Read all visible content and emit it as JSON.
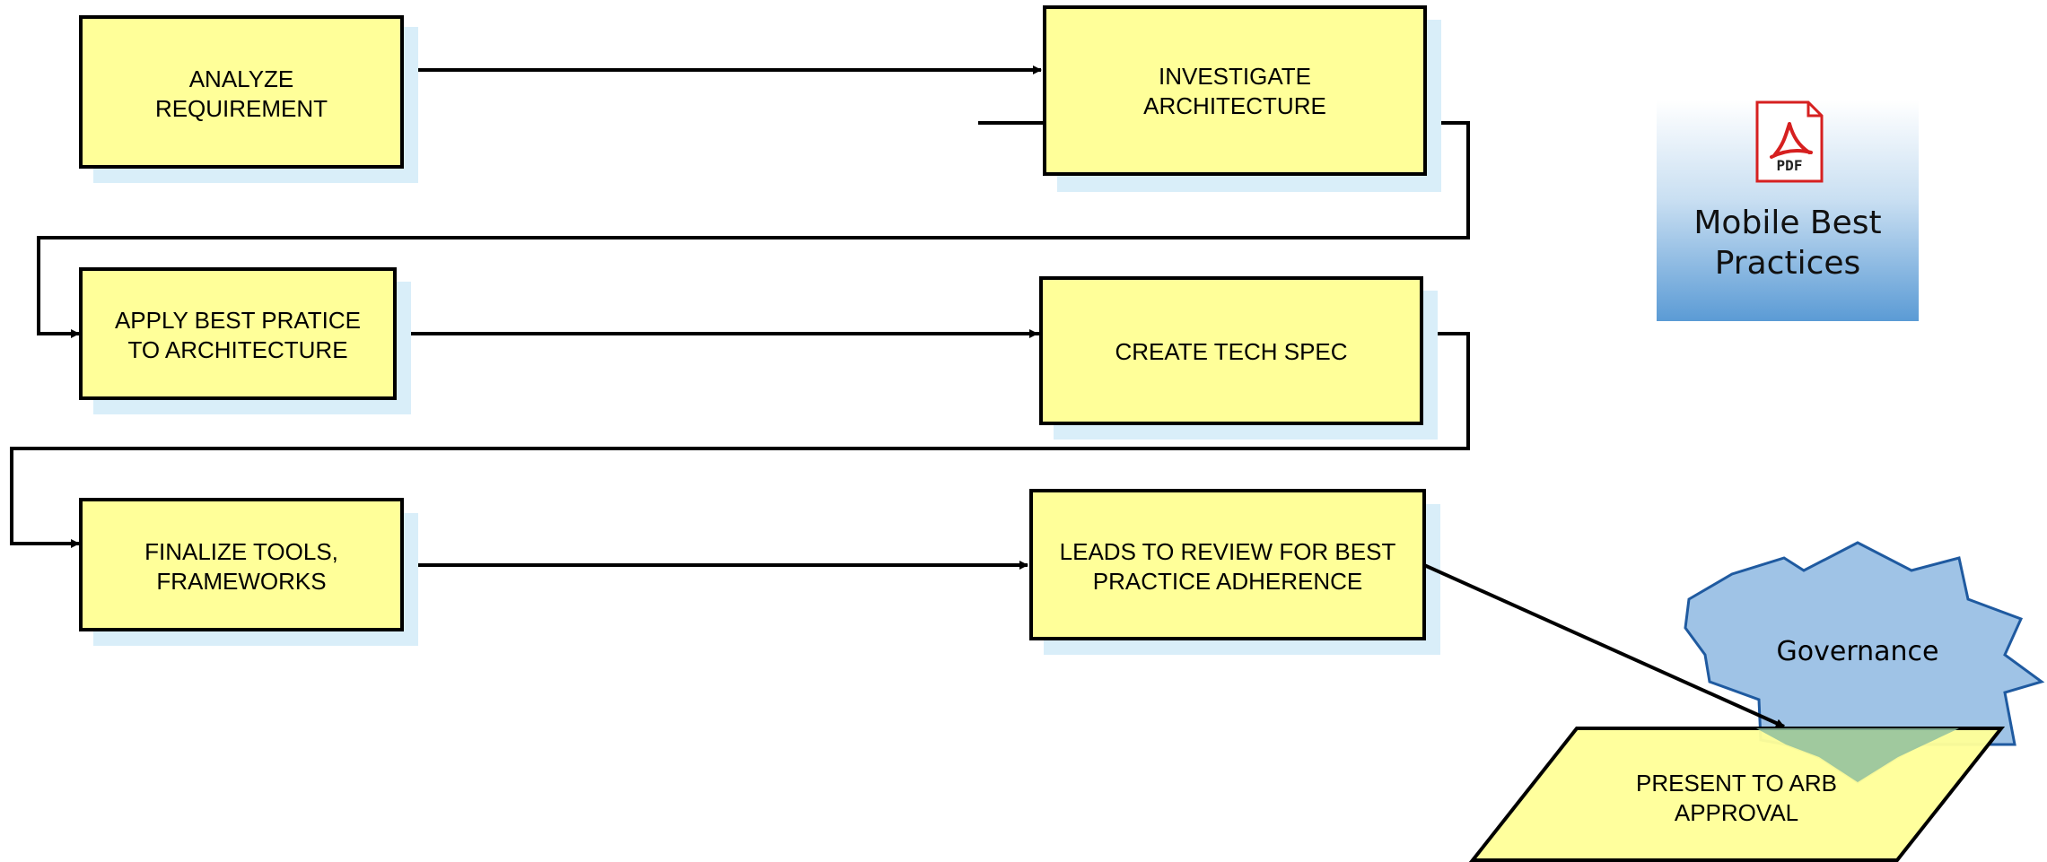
{
  "diagram": {
    "steps": [
      {
        "id": "analyze",
        "lines": [
          "ANALYZE",
          "REQUIREMENT"
        ]
      },
      {
        "id": "investigate",
        "lines": [
          "INVESTIGATE",
          "ARCHITECTURE"
        ]
      },
      {
        "id": "apply",
        "lines": [
          "APPLY BEST PRATICE",
          "TO ARCHITECTURE"
        ]
      },
      {
        "id": "techspec",
        "lines": [
          "CREATE TECH SPEC"
        ]
      },
      {
        "id": "finalize",
        "lines": [
          "FINALIZE TOOLS,",
          "FRAMEWORKS"
        ]
      },
      {
        "id": "review",
        "lines": [
          "LEADS TO REVIEW FOR BEST",
          "PRACTICE ADHERENCE"
        ]
      },
      {
        "id": "present",
        "lines": [
          "PRESENT TO ARB",
          "APPROVAL"
        ]
      }
    ],
    "pdf_document": {
      "icon": "pdf-file-icon",
      "badge": "PDF",
      "lines": [
        "Mobile Best",
        "Practices"
      ]
    },
    "governance": {
      "label": "Governance"
    },
    "colors": {
      "box_fill": "#ffff99",
      "box_stroke": "#000000",
      "shadow": "#d9eef9",
      "burst_fill": "#9fc3e6",
      "burst_stroke": "#1f5aa0",
      "pdf_gradient_top": "#ffffff",
      "pdf_gradient_bottom": "#5b9bd5",
      "pdf_red": "#d62020"
    }
  }
}
